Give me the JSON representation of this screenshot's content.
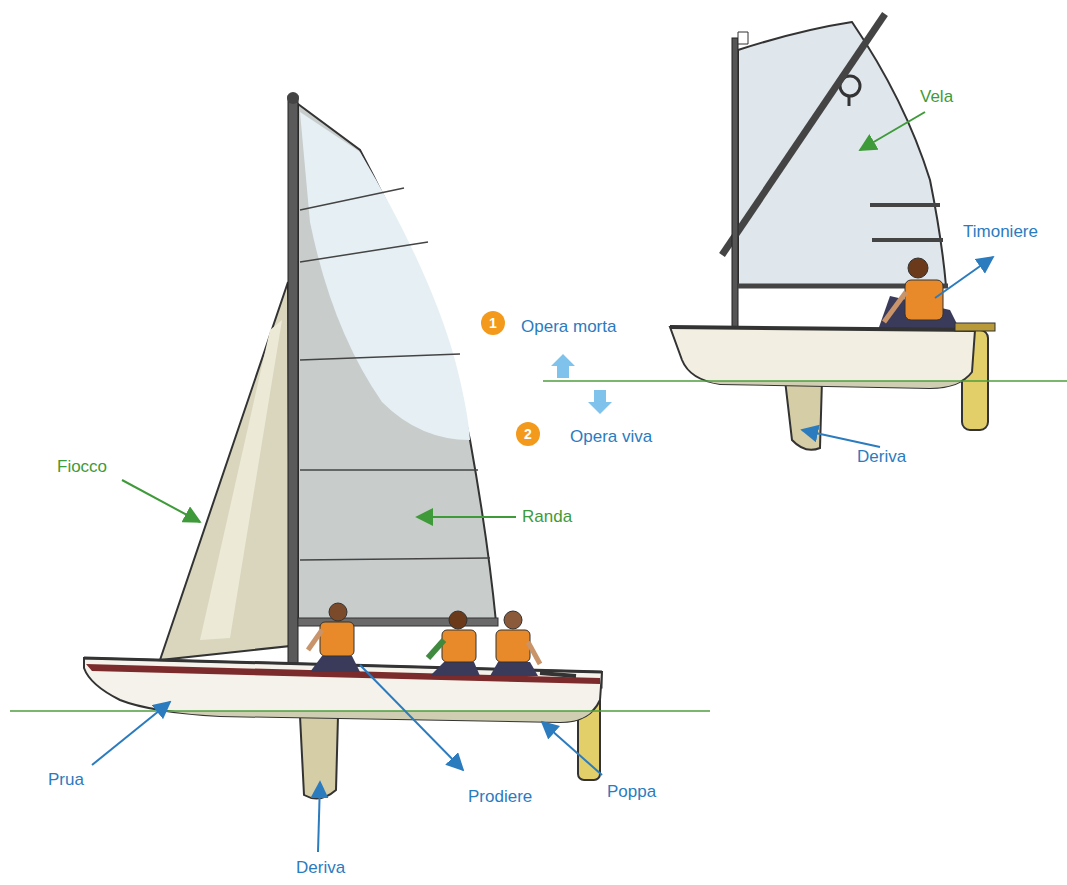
{
  "diagram": {
    "nodes": [
      {
        "text": [
          "1"
        ]
      },
      {
        "text": [
          "2"
        ]
      }
    ],
    "labels": [
      "Vela",
      "Timoniere",
      "Opera morta",
      "Opera viva",
      "Deriva",
      "Fiocco",
      "Randa",
      "Prua",
      "Prodiere",
      "Poppa",
      "Deriva"
    ]
  }
}
